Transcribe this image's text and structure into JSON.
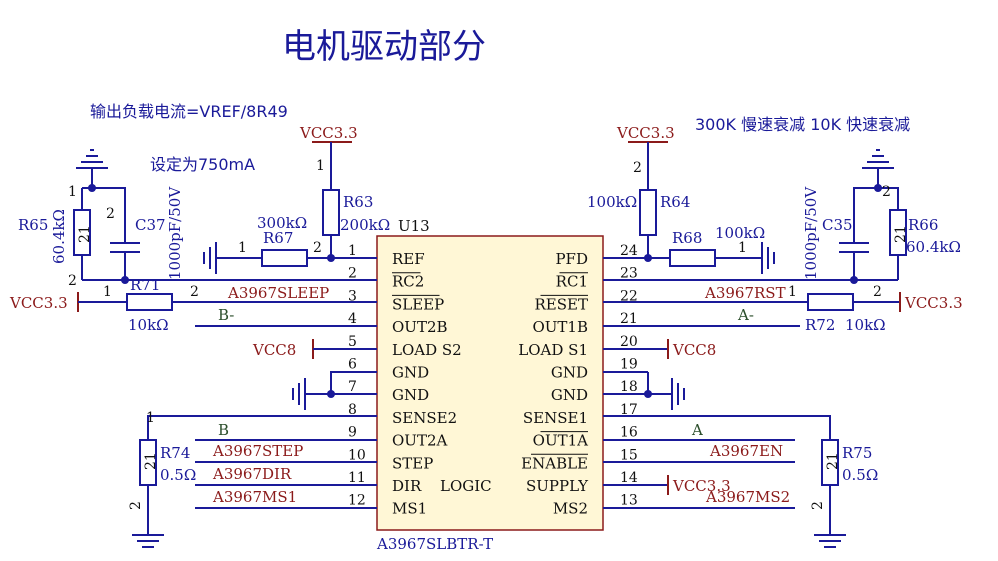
{
  "title": "电机驱动部分",
  "notes": {
    "formula": "输出负载电流=VREF/8R49",
    "setting": "设定为750mA",
    "decay": "300K 慢速衰减 10K 快速衰减"
  },
  "chip": {
    "part": "A3967SLBTR-T",
    "left_pins": [
      {
        "num": "1",
        "name": "REF"
      },
      {
        "num": "2",
        "name": "RC2"
      },
      {
        "num": "3",
        "name": "SLEEP"
      },
      {
        "num": "4",
        "name": "OUT2B"
      },
      {
        "num": "5",
        "name": "LOAD S2"
      },
      {
        "num": "6",
        "name": "GND"
      },
      {
        "num": "7",
        "name": "GND"
      },
      {
        "num": "8",
        "name": "SENSE2"
      },
      {
        "num": "9",
        "name": "OUT2A"
      },
      {
        "num": "10",
        "name": "STEP"
      },
      {
        "num": "11",
        "name": "DIR"
      },
      {
        "num": "12",
        "name": "MS1"
      }
    ],
    "right_pins": [
      {
        "num": "24",
        "name": "PFD"
      },
      {
        "num": "23",
        "name": "RC1"
      },
      {
        "num": "22",
        "name": "RESET"
      },
      {
        "num": "21",
        "name": "OUT1B"
      },
      {
        "num": "20",
        "name": "LOAD S1"
      },
      {
        "num": "19",
        "name": "GND"
      },
      {
        "num": "18",
        "name": "GND"
      },
      {
        "num": "17",
        "name": "SENSE1"
      },
      {
        "num": "16",
        "name": "OUT1A"
      },
      {
        "num": "15",
        "name": "ENABLE"
      },
      {
        "num": "14",
        "name": "SUPPLY"
      },
      {
        "num": "13",
        "name": "MS2"
      }
    ],
    "center_label": "LOGIC"
  },
  "nets": {
    "vcc": "VCC3.3",
    "vcc8": "VCC8",
    "sleep": "A3967SLEEP",
    "rst": "A3967RST",
    "step": "A3967STEP",
    "dir": "A3967DIR",
    "ms1": "A3967MS1",
    "ms2": "A3967MS2",
    "en": "A3967EN",
    "bminus": "B-",
    "aminus": "A-",
    "b": "B",
    "a": "A"
  },
  "components": {
    "r65": {
      "ref": "R65",
      "value": "60.4kΩ"
    },
    "r66": {
      "ref": "R66",
      "value": "60.4kΩ"
    },
    "c37": {
      "ref": "C37",
      "value": "1000pF/50V"
    },
    "c35": {
      "ref": "C35",
      "value": "1000pF/50V"
    },
    "r63": {
      "ref": "R63",
      "value": "200kΩ"
    },
    "r64": {
      "ref": "R64",
      "value": "100kΩ"
    },
    "r67": {
      "ref": "R67",
      "value": "300kΩ"
    },
    "r68": {
      "ref": "R68",
      "value": "100kΩ"
    },
    "r71": {
      "ref": "R71",
      "value": "10kΩ"
    },
    "r72": {
      "ref": "R72",
      "value": "10kΩ"
    },
    "r74": {
      "ref": "R74",
      "value": "0.5Ω"
    },
    "r75": {
      "ref": "R75",
      "value": "0.5Ω"
    },
    "u13": {
      "ref": "U13"
    }
  },
  "pin_marks": {
    "one": "1",
    "two": "2"
  }
}
